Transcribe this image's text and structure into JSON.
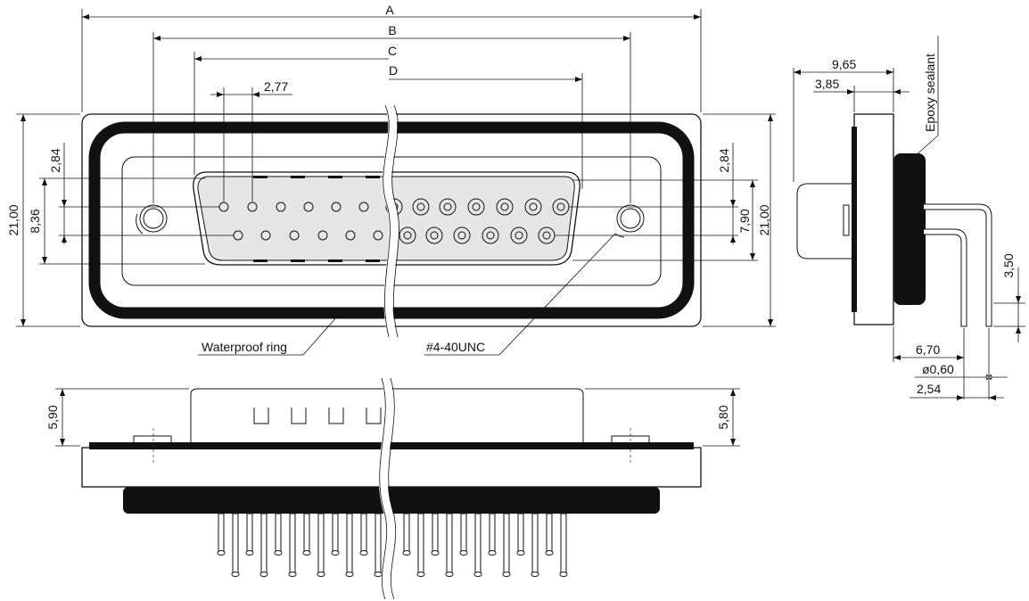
{
  "front_view": {
    "dimension_labels": {
      "a": "A",
      "b": "B",
      "c": "C",
      "d": "D",
      "pitch": "2,77",
      "height_left": "21,00",
      "height_right": "21,00",
      "row_offset_left": "2,84",
      "row_offset_right": "2,84",
      "row_spacing": "8,36",
      "row_spacing_right": "7,90"
    },
    "callouts": {
      "waterproof_ring": "Waterproof ring",
      "thread": "#4-40UNC"
    }
  },
  "side_view": {
    "dimension_labels": {
      "overall_depth": "9,65",
      "flange_depth": "3,85",
      "pin_length": "3,50",
      "pin_offset": "6,70",
      "pin_diameter": "ø0,60",
      "pin_pitch": "2,54"
    },
    "callouts": {
      "epoxy": "Epoxy sealant"
    }
  },
  "bottom_view": {
    "dimension_labels": {
      "height_left": "5,90",
      "height_right": "5,80"
    }
  },
  "colors": {
    "ink": "#111111",
    "insulator_fill": "#e6e6e6",
    "seal_fill": "#111111",
    "background": "#ffffff"
  }
}
